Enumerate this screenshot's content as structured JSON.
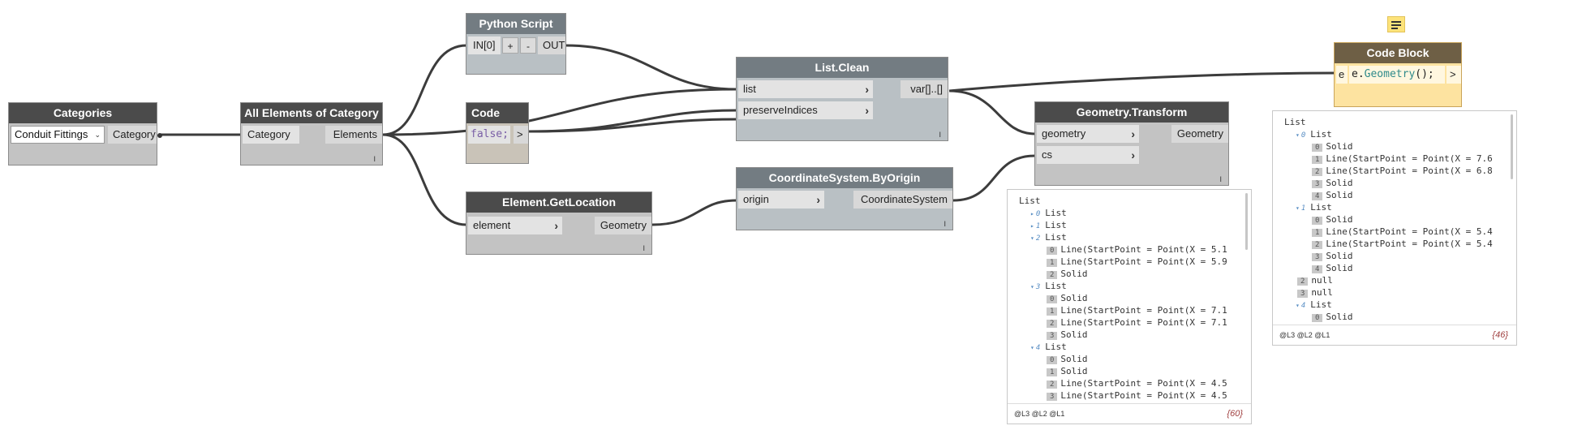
{
  "nodes": {
    "categories": {
      "title": "Categories",
      "dropdown_value": "Conduit Fittings",
      "dropdown_icon": "chevron-down-icon",
      "output": "Category"
    },
    "all_elements": {
      "title": "All Elements of Category",
      "input": "Category",
      "output": "Elements",
      "lacing": "I"
    },
    "python_script": {
      "title": "Python Script",
      "input": "IN[0]",
      "add_label": "+",
      "remove_label": "-",
      "output": "OUT"
    },
    "code_block_false": {
      "title": "Code Block",
      "code": "false;",
      "output": ">"
    },
    "element_getlocation": {
      "title": "Element.GetLocation",
      "input": "element",
      "output": "Geometry",
      "lacing": "I"
    },
    "list_clean": {
      "title": "List.Clean",
      "input1": "list",
      "input2": "preserveIndices",
      "output": "var[]..[]",
      "lacing": "I"
    },
    "cs_byorigin": {
      "title": "CoordinateSystem.ByOrigin",
      "input": "origin",
      "output": "CoordinateSystem",
      "lacing": "I"
    },
    "geometry_transform": {
      "title": "Geometry.Transform",
      "input1": "geometry",
      "input2": "cs",
      "output": "Geometry",
      "lacing": "I"
    },
    "code_block_geo": {
      "title": "Code Block",
      "input": "e",
      "code_var": "e.",
      "code_method": "Geometry",
      "code_tail": "();",
      "output": ">",
      "note_icon": "note-icon"
    }
  },
  "preview_transform": {
    "rows": [
      {
        "text": "List"
      },
      {
        "tri": "",
        "index": "0",
        "text": "List"
      },
      {
        "tri": "",
        "index": "1",
        "text": "List"
      },
      {
        "tri": "▾",
        "index": "2",
        "text": "List"
      },
      {
        "index": "0",
        "text": "Line(StartPoint = Point(X = 5.1"
      },
      {
        "index": "1",
        "text": "Line(StartPoint = Point(X = 5.9"
      },
      {
        "index": "2",
        "text": "Solid"
      },
      {
        "tri": "▾",
        "index": "3",
        "text": "List"
      },
      {
        "index": "0",
        "text": "Solid"
      },
      {
        "index": "1",
        "text": "Line(StartPoint = Point(X = 7.1"
      },
      {
        "index": "2",
        "text": "Line(StartPoint = Point(X = 7.1"
      },
      {
        "index": "3",
        "text": "Solid"
      },
      {
        "tri": "▾",
        "index": "4",
        "text": "List"
      },
      {
        "index": "0",
        "text": "Solid"
      },
      {
        "index": "1",
        "text": "Solid"
      },
      {
        "index": "2",
        "text": "Line(StartPoint = Point(X = 4.5"
      },
      {
        "index": "3",
        "text": "Line(StartPoint = Point(X = 4.5"
      }
    ],
    "levels": "@L3 @L2 @L1",
    "count": "{60}"
  },
  "preview_geometry": {
    "rows": [
      {
        "text": "List"
      },
      {
        "tri": "▾",
        "index": "0",
        "text": "List"
      },
      {
        "index": "0",
        "text": "Solid"
      },
      {
        "index": "1",
        "text": "Line(StartPoint = Point(X = 7.6"
      },
      {
        "index": "2",
        "text": "Line(StartPoint = Point(X = 6.8"
      },
      {
        "index": "3",
        "text": "Solid"
      },
      {
        "index": "4",
        "text": "Solid"
      },
      {
        "tri": "▾",
        "index": "1",
        "text": "List"
      },
      {
        "index": "0",
        "text": "Solid"
      },
      {
        "index": "1",
        "text": "Line(StartPoint = Point(X = 5.4"
      },
      {
        "index": "2",
        "text": "Line(StartPoint = Point(X = 5.4"
      },
      {
        "index": "3",
        "text": "Solid"
      },
      {
        "index": "4",
        "text": "Solid"
      },
      {
        "index": "2",
        "text": "null"
      },
      {
        "index": "3",
        "text": "null"
      },
      {
        "tri": "▾",
        "index": "4",
        "text": "List"
      },
      {
        "index": "0",
        "text": "Solid"
      }
    ],
    "levels": "@L3 @L2 @L1",
    "count": "{46}"
  },
  "colors": {
    "wire": "#3c3c3c",
    "header_dark": "#4b4b4b",
    "header_fn": "#737c82",
    "selected_header": "#6e5f45",
    "selected_body": "#fde3a0",
    "code_keyword": "#7a5fa6",
    "code_method": "#2e8a8a",
    "count_color": "#a04040"
  }
}
